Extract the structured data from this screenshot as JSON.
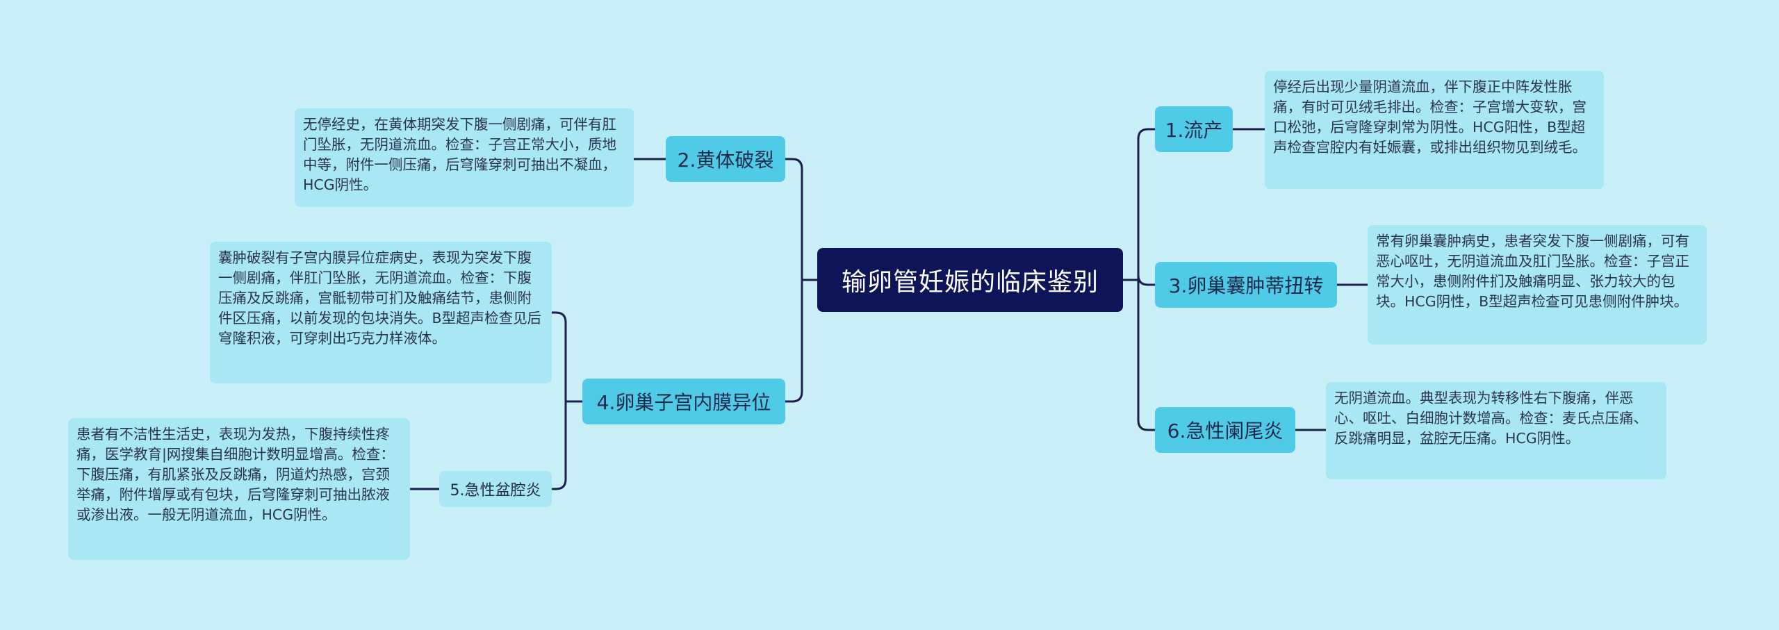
{
  "root": {
    "label": "输卵管妊娠的临床鉴别"
  },
  "branches": [
    {
      "label": "1.流产",
      "note": "停经后出现少量阴道流血，伴下腹正中阵发性胀痛，有时可见绒毛排出。检查：子宫增大变软，宫口松弛，后穹隆穿刺常为阴性。HCG阳性，B型超声检查宫腔内有妊娠囊，或排出组织物见到绒毛。"
    },
    {
      "label": "2.黄体破裂",
      "note": "无停经史，在黄体期突发下腹一侧剧痛，可伴有肛门坠胀，无阴道流血。检查：子宫正常大小，质地中等，附件一侧压痛，后穹隆穿刺可抽出不凝血，HCG阴性。"
    },
    {
      "label": "3.卵巢囊肿蒂扭转",
      "note": "常有卵巢囊肿病史，患者突发下腹一侧剧痛，可有恶心呕吐，无阴道流血及肛门坠胀。检查：子宫正常大小，患侧附件扪及触痛明显、张力较大的包块。HCG阴性，B型超声检查可见患侧附件肿块。"
    },
    {
      "label": "4.卵巢子宫内膜异位",
      "note": "囊肿破裂有子宫内膜异位症病史，表现为突发下腹一侧剧痛，伴肛门坠胀，无阴道流血。检查：下腹压痛及反跳痛，宫骶韧带可扪及触痛结节，患侧附件区压痛，以前发现的包块消失。B型超声检查见后穹隆积液，可穿刺出巧克力样液体。"
    },
    {
      "label": "5.急性盆腔炎",
      "note": "患者有不洁性生活史，表现为发热，下腹持续性疼痛，医学教育|网搜集自细胞计数明显增高。检查：下腹压痛，有肌紧张及反跳痛，阴道灼热感，宫颈举痛，附件增厚或有包块，后穹隆穿刺可抽出脓液或渗出液。一般无阴道流血，HCG阴性。"
    },
    {
      "label": "6.急性阑尾炎",
      "note": "无阴道流血。典型表现为转移性右下腹痛，伴恶心、呕吐、白细胞计数增高。检查：麦氏点压痛、反跳痛明显，盆腔无压痛。HCG阴性。"
    }
  ],
  "colors": {
    "background": "#c9eff8",
    "root_fill": "#0d1457",
    "topic_fill": "#4fcbe8",
    "note_fill": "#a9e7f4",
    "line": "#1a1f4e"
  }
}
